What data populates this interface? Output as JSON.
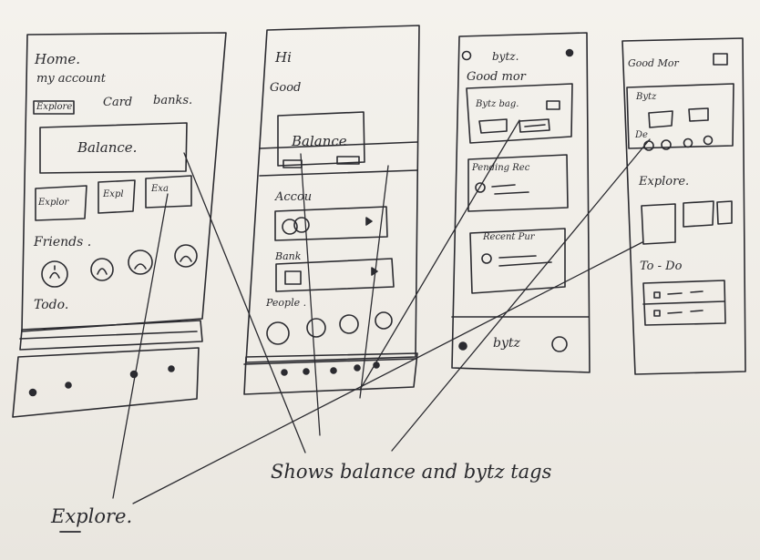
{
  "screen1": {
    "title": "Home.",
    "subtitle": "my account",
    "tabs": [
      "Explore",
      "Card",
      "banks."
    ],
    "balance_label": "Balance.",
    "tiles": [
      "Explor",
      "Expl",
      "Exa"
    ],
    "friends_label": "Friends .",
    "todo_label": "Todo."
  },
  "screen2": {
    "greeting": "Hi",
    "subgreeting": "Good",
    "balance_label": "Balance",
    "accounts_label": "Accou",
    "banks_label": "Bank",
    "people_label": "People ."
  },
  "screen3": {
    "logo_label": "bytz.",
    "greeting": "Good mor",
    "card_title": "Bytz bag.",
    "pending_label": "Pending Rec",
    "recent_label": "Recent Pur",
    "bottom_label": "bytz"
  },
  "screen4": {
    "greeting": "Good Mor",
    "card_title": "Bytz",
    "card_sub": "De",
    "explore_label": "Explore.",
    "todo_label": "To - Do"
  },
  "annotations": {
    "explore_note": "Explore.",
    "bytz_note": "Shows balance and bytz tags"
  }
}
